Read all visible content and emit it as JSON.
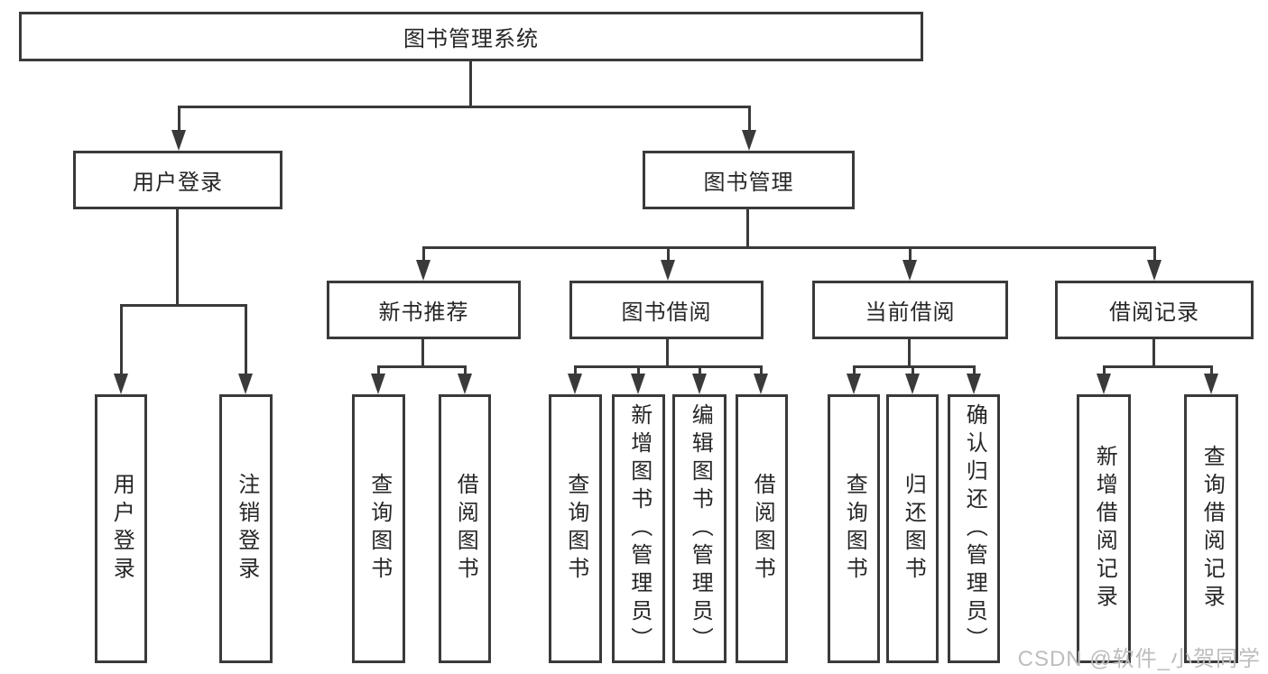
{
  "tree": {
    "root": "图书管理系统",
    "children": [
      {
        "label": "用户登录",
        "children": [
          {
            "label": "用户登录"
          },
          {
            "label": "注销登录"
          }
        ]
      },
      {
        "label": "图书管理",
        "children": [
          {
            "label": "新书推荐",
            "children": [
              {
                "label": "查询图书"
              },
              {
                "label": "借阅图书"
              }
            ]
          },
          {
            "label": "图书借阅",
            "children": [
              {
                "label": "查询图书"
              },
              {
                "label": "新增图书（管理员）"
              },
              {
                "label": "编辑图书（管理员）"
              },
              {
                "label": "借阅图书"
              }
            ]
          },
          {
            "label": "当前借阅",
            "children": [
              {
                "label": "查询图书"
              },
              {
                "label": "归还图书"
              },
              {
                "label": "确认归还（管理员）"
              }
            ]
          },
          {
            "label": "借阅记录",
            "children": [
              {
                "label": "新增借阅记录"
              },
              {
                "label": "查询借阅记录"
              }
            ]
          }
        ]
      }
    ]
  },
  "watermark": "CSDN @软件_小贺同学",
  "colors": {
    "line": "#3a3a3a",
    "text": "#262626",
    "watermark": "#bdbdbd",
    "background": "#ffffff"
  }
}
